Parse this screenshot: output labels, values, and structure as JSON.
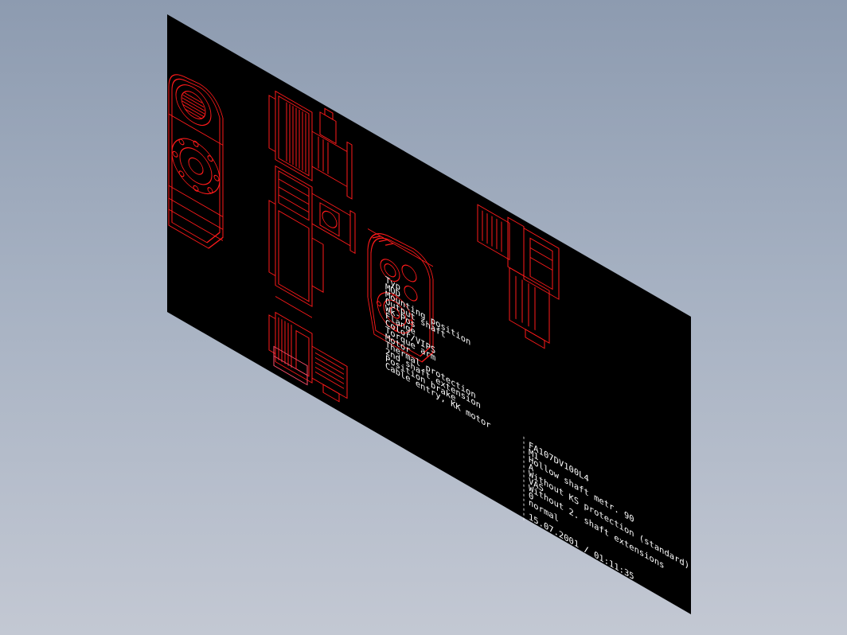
{
  "drawing": {
    "labels": [
      "Typ",
      "MOD",
      "Mounting position",
      "Output shaft",
      "Wk-Pos",
      "Flange",
      "Color/VIPS",
      "Torque arm",
      "Motor",
      "Thermal protection",
      "2nd shaft extension",
      "Position brake",
      "Cable entry, KK motor"
    ],
    "values": [
      "FA107DV100L4",
      "M1",
      "Hollow shaft metr. 90",
      "A",
      "Without KS protection (standard)",
      "VAS",
      "Without 2. shaft extensions",
      "0",
      "normal",
      "",
      "15.07.2001 / 01:11:35"
    ]
  },
  "colors": {
    "sheet": "#000000",
    "geometry": "#ff1a1a",
    "text": "#ffffff"
  }
}
